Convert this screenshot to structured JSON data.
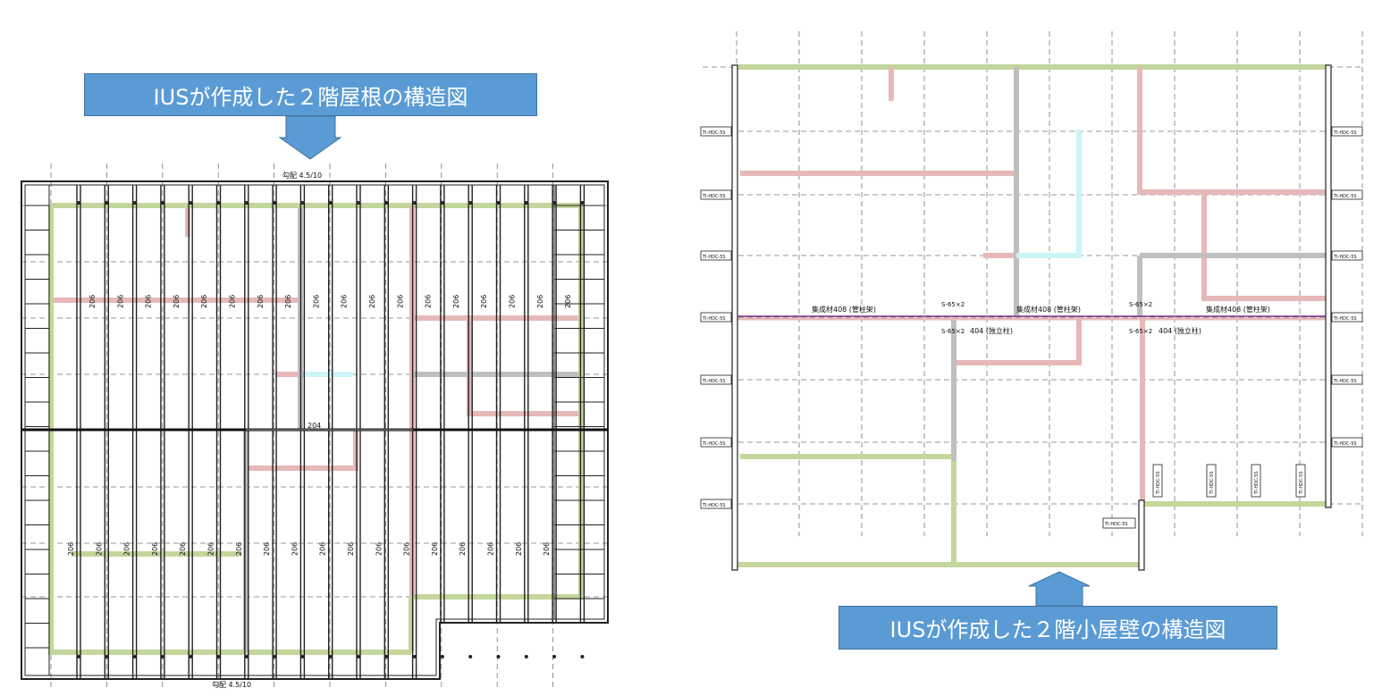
{
  "callouts": {
    "roof": "IUSが作成した２階屋根の構造図",
    "attic_wall": "IUSが作成した２階小屋壁の構造図"
  },
  "roof_plan": {
    "pitch_top": "勾配 4.5/10",
    "pitch_bottom": "勾配 4.5/10",
    "rafter_label": "206",
    "beam_label": "204"
  },
  "attic_wall_plan": {
    "beam_label": "集成材408 (管柱架)",
    "post_label": "404 (独立柱)",
    "hardware_a": "S-65×2",
    "hardware_b": "TI-HDC-5S"
  },
  "colors": {
    "callout_fill": "#5b9bd5",
    "green_line": "#c3d69b",
    "pink_line": "#e6b9b8",
    "gray_line": "#bfbfbf",
    "cyan_line": "#ccf5f7",
    "purple_line": "#7b2c8c"
  }
}
